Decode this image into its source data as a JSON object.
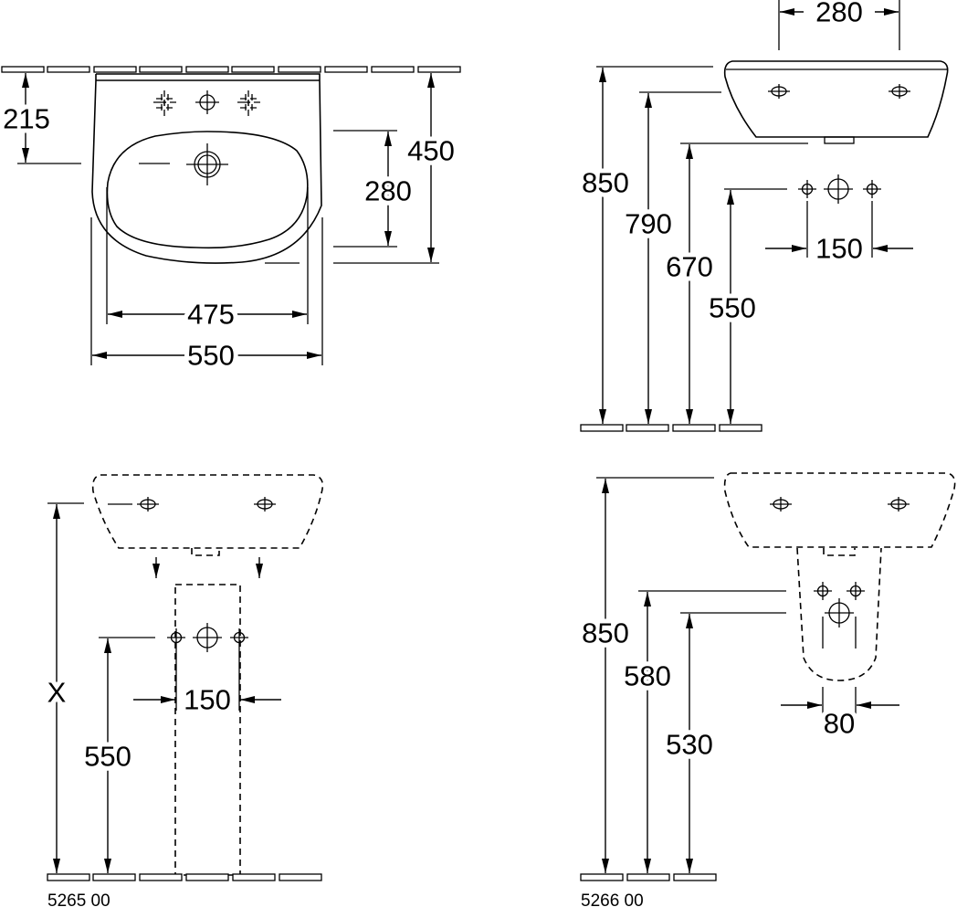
{
  "front_view": {
    "dim_tap_height": "215",
    "dim_bowl_depth": "280",
    "dim_depth": "450",
    "dim_bowl_width": "475",
    "dim_width": "550"
  },
  "side_view": {
    "dim_tap_spacing": "280",
    "dim_top_height": "850",
    "dim_tap_height": "790",
    "dim_bottom_height": "670",
    "dim_supply_height": "550",
    "dim_supply_spacing": "150"
  },
  "pedestal_view": {
    "dim_height_x": "X",
    "dim_supply_height": "550",
    "dim_supply_spacing": "150",
    "article_number": "5265 00"
  },
  "semi_pedestal_view": {
    "dim_top_height": "850",
    "dim_supply_height": "580",
    "dim_waste_height": "530",
    "dim_supply_spacing": "80",
    "article_number": "5266 00"
  }
}
